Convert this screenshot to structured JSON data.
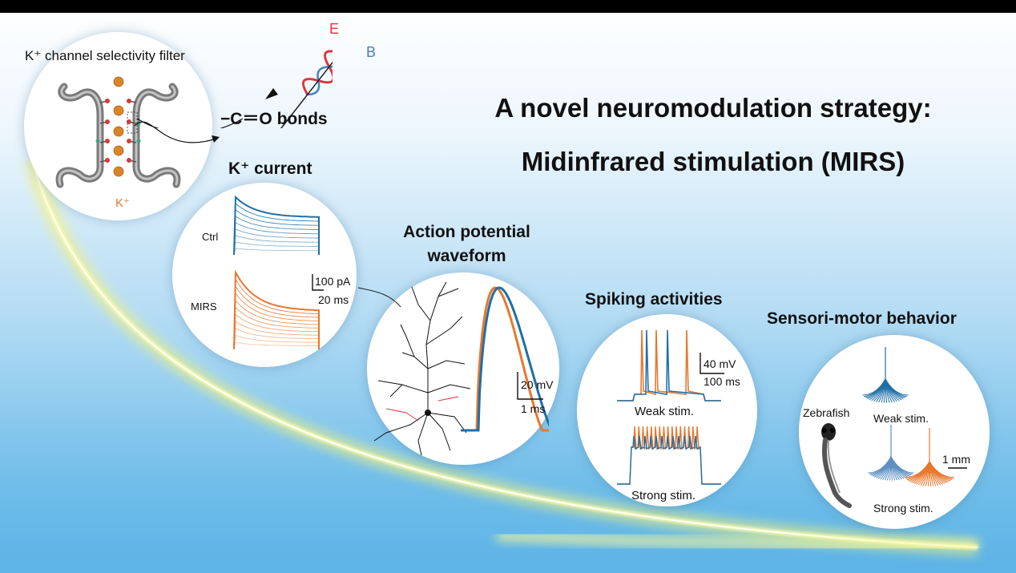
{
  "title": {
    "line1": "A novel neuromodulation strategy:",
    "line2": "Midinfrared stimulation (MIRS)"
  },
  "filter_panel": {
    "label": "K⁺ channel selectivity filter",
    "ion_label": "K⁺"
  },
  "wave": {
    "e_label": "E",
    "b_label": "B",
    "bonds_label": "−C＝O bonds"
  },
  "current_panel": {
    "heading": "K⁺ current",
    "ctrl_label": "Ctrl",
    "mirs_label": "MIRS",
    "scale_y": "100 pA",
    "scale_x": "20 ms"
  },
  "ap_panel": {
    "heading_line1": "Action potential",
    "heading_line2": "waveform",
    "scale_y": "20 mV",
    "scale_x": "1 ms"
  },
  "spiking_panel": {
    "heading": "Spiking activities",
    "scale_y": "40 mV",
    "scale_x": "100 ms",
    "weak_label": "Weak stim.",
    "strong_label": "Strong stim."
  },
  "behavior_panel": {
    "heading": "Sensori-motor behavior",
    "fish_label": "Zebrafish",
    "weak_label": "Weak stim.",
    "strong_label": "Strong stim.",
    "scale": "1 mm"
  },
  "colors": {
    "ctrl_blue": "#1f6fa7",
    "mirs_orange": "#e8772e",
    "e_field": "#e0353b",
    "b_field": "#4a7fb7",
    "ion": "#d9862b",
    "glow": "#f3f27a"
  }
}
